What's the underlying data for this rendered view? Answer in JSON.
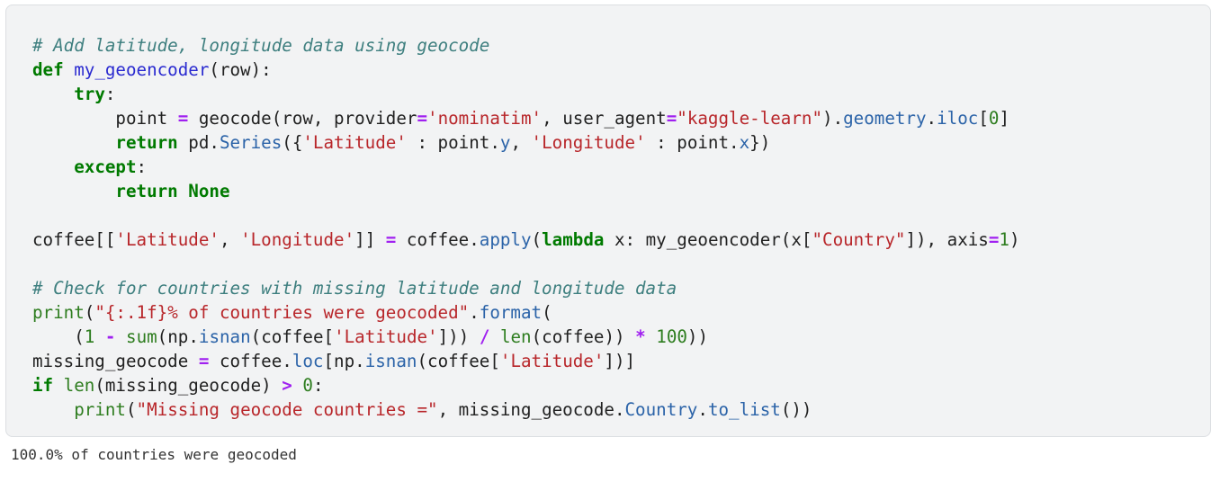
{
  "cell": {
    "lines": [
      [
        [
          "c",
          "# Add latitude, longitude data using geocode"
        ]
      ],
      [
        [
          "k",
          "def"
        ],
        [
          "p",
          " "
        ],
        [
          "f",
          "my_geoencoder"
        ],
        [
          "p",
          "(row):"
        ]
      ],
      [
        [
          "p",
          "    "
        ],
        [
          "k",
          "try"
        ],
        [
          "p",
          ":"
        ]
      ],
      [
        [
          "p",
          "        point "
        ],
        [
          "o",
          "="
        ],
        [
          "p",
          " geocode(row, provider"
        ],
        [
          "o",
          "="
        ],
        [
          "s",
          "'nominatim'"
        ],
        [
          "p",
          ", user_agent"
        ],
        [
          "o",
          "="
        ],
        [
          "s",
          "\"kaggle-learn\""
        ],
        [
          "p",
          ")."
        ],
        [
          "a",
          "geometry"
        ],
        [
          "p",
          "."
        ],
        [
          "a",
          "iloc"
        ],
        [
          "p",
          "["
        ],
        [
          "n",
          "0"
        ],
        [
          "p",
          "]"
        ]
      ],
      [
        [
          "p",
          "        "
        ],
        [
          "k",
          "return"
        ],
        [
          "p",
          " pd."
        ],
        [
          "a",
          "Series"
        ],
        [
          "p",
          "({"
        ],
        [
          "s",
          "'Latitude'"
        ],
        [
          "p",
          " : point."
        ],
        [
          "a",
          "y"
        ],
        [
          "p",
          ", "
        ],
        [
          "s",
          "'Longitude'"
        ],
        [
          "p",
          " : point."
        ],
        [
          "a",
          "x"
        ],
        [
          "p",
          "})"
        ]
      ],
      [
        [
          "p",
          "    "
        ],
        [
          "k",
          "except"
        ],
        [
          "p",
          ":"
        ]
      ],
      [
        [
          "p",
          "        "
        ],
        [
          "k",
          "return"
        ],
        [
          "p",
          " "
        ],
        [
          "k",
          "None"
        ]
      ],
      [
        [
          "p",
          ""
        ]
      ],
      [
        [
          "p",
          "coffee[["
        ],
        [
          "s",
          "'Latitude'"
        ],
        [
          "p",
          ", "
        ],
        [
          "s",
          "'Longitude'"
        ],
        [
          "p",
          "]] "
        ],
        [
          "o",
          "="
        ],
        [
          "p",
          " coffee."
        ],
        [
          "a",
          "apply"
        ],
        [
          "p",
          "("
        ],
        [
          "k",
          "lambda"
        ],
        [
          "p",
          " x: my_geoencoder(x["
        ],
        [
          "s",
          "\"Country\""
        ],
        [
          "p",
          "]), axis"
        ],
        [
          "o",
          "="
        ],
        [
          "n",
          "1"
        ],
        [
          "p",
          ")"
        ]
      ],
      [
        [
          "p",
          ""
        ]
      ],
      [
        [
          "c",
          "# Check for countries with missing latitude and longitude data"
        ]
      ],
      [
        [
          "b",
          "print"
        ],
        [
          "p",
          "("
        ],
        [
          "s",
          "\"{:.1f}% of countries were geocoded\""
        ],
        [
          "p",
          "."
        ],
        [
          "a",
          "format"
        ],
        [
          "p",
          "("
        ]
      ],
      [
        [
          "p",
          "    ("
        ],
        [
          "n",
          "1"
        ],
        [
          "p",
          " "
        ],
        [
          "o",
          "-"
        ],
        [
          "p",
          " "
        ],
        [
          "b",
          "sum"
        ],
        [
          "p",
          "(np."
        ],
        [
          "a",
          "isnan"
        ],
        [
          "p",
          "(coffee["
        ],
        [
          "s",
          "'Latitude'"
        ],
        [
          "p",
          "])) "
        ],
        [
          "o",
          "/"
        ],
        [
          "p",
          " "
        ],
        [
          "b",
          "len"
        ],
        [
          "p",
          "(coffee)) "
        ],
        [
          "o",
          "*"
        ],
        [
          "p",
          " "
        ],
        [
          "n",
          "100"
        ],
        [
          "p",
          "))"
        ]
      ],
      [
        [
          "p",
          "missing_geocode "
        ],
        [
          "o",
          "="
        ],
        [
          "p",
          " coffee."
        ],
        [
          "a",
          "loc"
        ],
        [
          "p",
          "[np."
        ],
        [
          "a",
          "isnan"
        ],
        [
          "p",
          "(coffee["
        ],
        [
          "s",
          "'Latitude'"
        ],
        [
          "p",
          "])]"
        ]
      ],
      [
        [
          "k",
          "if"
        ],
        [
          "p",
          " "
        ],
        [
          "b",
          "len"
        ],
        [
          "p",
          "(missing_geocode) "
        ],
        [
          "o",
          ">"
        ],
        [
          "p",
          " "
        ],
        [
          "n",
          "0"
        ],
        [
          "p",
          ":"
        ]
      ],
      [
        [
          "p",
          "    "
        ],
        [
          "b",
          "print"
        ],
        [
          "p",
          "("
        ],
        [
          "s",
          "\"Missing geocode countries =\""
        ],
        [
          "p",
          ", missing_geocode."
        ],
        [
          "a",
          "Country"
        ],
        [
          "p",
          "."
        ],
        [
          "a",
          "to_list"
        ],
        [
          "p",
          "())"
        ]
      ]
    ]
  },
  "output": {
    "text": "100.0% of countries were geocoded"
  }
}
